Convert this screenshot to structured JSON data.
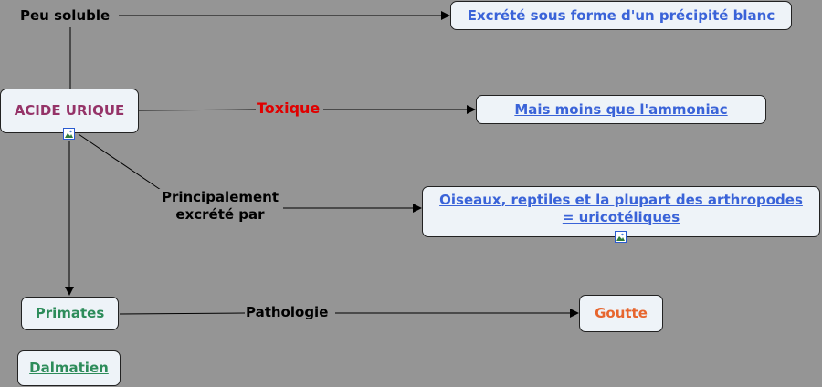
{
  "nodes": {
    "acide_urique": "ACIDE URIQUE",
    "excrete_precipite": "Excrété sous forme d'un précipité blanc",
    "moins_ammoniac": "Mais moins que l'ammoniac",
    "uricoteliques_line1": "Oiseaux, reptiles et la plupart des arthropodes",
    "uricoteliques_line2": "= uricotéliques",
    "primates": "Primates",
    "goutte": "Goutte",
    "dalmatien": "Dalmatien"
  },
  "links": {
    "peu_soluble": "Peu soluble",
    "toxique": "Toxique",
    "principalement_line1": "Principalement",
    "principalement_line2": "excrété par",
    "pathologie": "Pathologie"
  },
  "colors": {
    "background": "#959595",
    "node_fill": "#eef3f8",
    "link_text_blue": "#3a63d8",
    "link_text_green": "#2d8c5a",
    "link_text_orange": "#e7662f",
    "concept_purple": "#953368",
    "toxique_red": "#e00000"
  },
  "icons": [
    "image-icon"
  ]
}
